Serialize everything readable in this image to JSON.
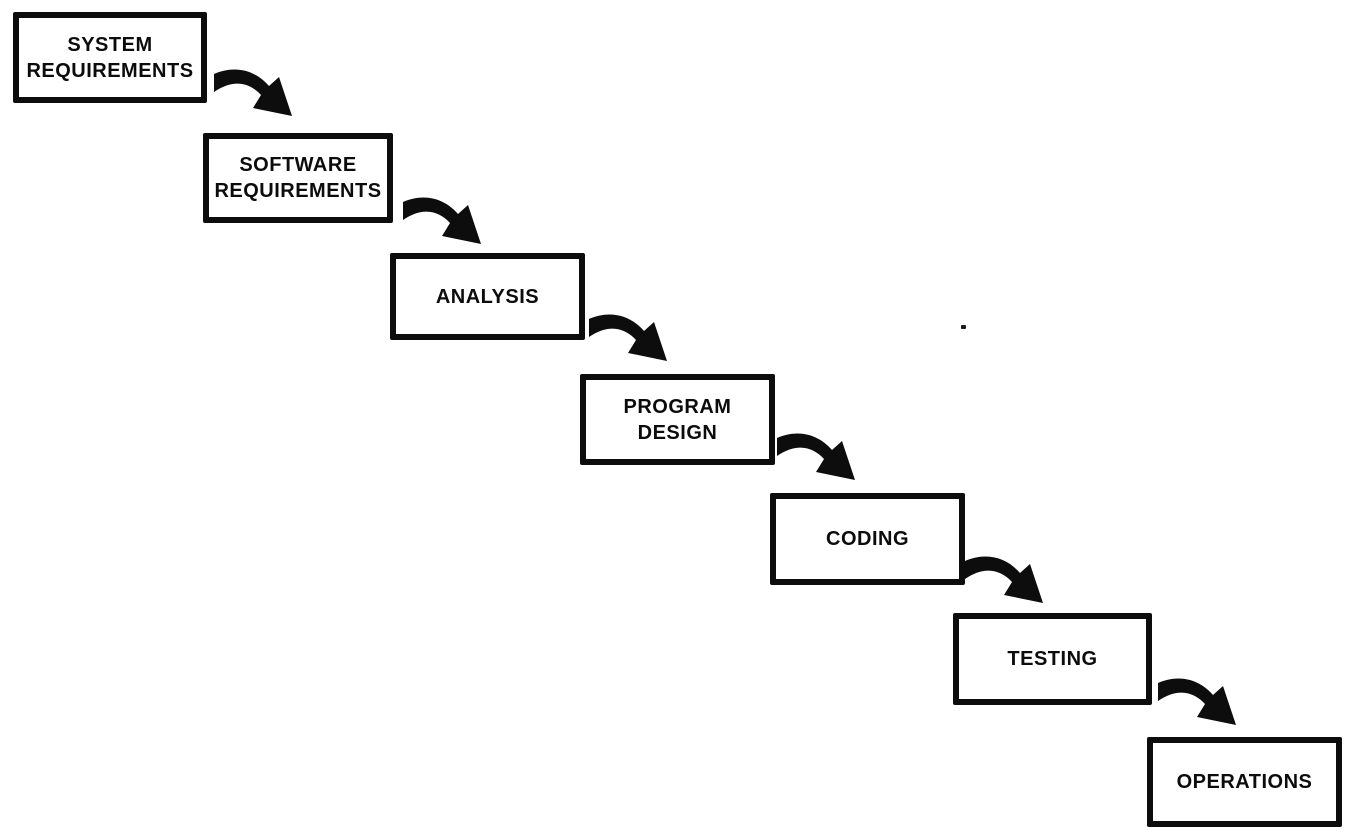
{
  "background": "#ffffff",
  "ink_color": "#0d0d0d",
  "stages": [
    {
      "id": "system-requirements",
      "label": "SYSTEM\nREQUIREMENTS"
    },
    {
      "id": "software-requirements",
      "label": "SOFTWARE\nREQUIREMENTS"
    },
    {
      "id": "analysis",
      "label": "ANALYSIS"
    },
    {
      "id": "program-design",
      "label": "PROGRAM\nDESIGN"
    },
    {
      "id": "coding",
      "label": "CODING"
    },
    {
      "id": "testing",
      "label": "TESTING"
    },
    {
      "id": "operations",
      "label": "OPERATIONS"
    }
  ],
  "connections": [
    {
      "from": "system-requirements",
      "to": "software-requirements",
      "title": "SYSTEM REQUIREMENTS to SOFTWARE REQUIREMENTS"
    },
    {
      "from": "software-requirements",
      "to": "analysis",
      "title": "SOFTWARE REQUIREMENTS to ANALYSIS"
    },
    {
      "from": "analysis",
      "to": "program-design",
      "title": "ANALYSIS to PROGRAM DESIGN"
    },
    {
      "from": "program-design",
      "to": "coding",
      "title": "PROGRAM DESIGN to CODING"
    },
    {
      "from": "coding",
      "to": "testing",
      "title": "CODING to TESTING"
    },
    {
      "from": "testing",
      "to": "operations",
      "title": "TESTING to OPERATIONS"
    }
  ],
  "icons": {
    "flow_arrow": "curved-arrow-down-right"
  }
}
